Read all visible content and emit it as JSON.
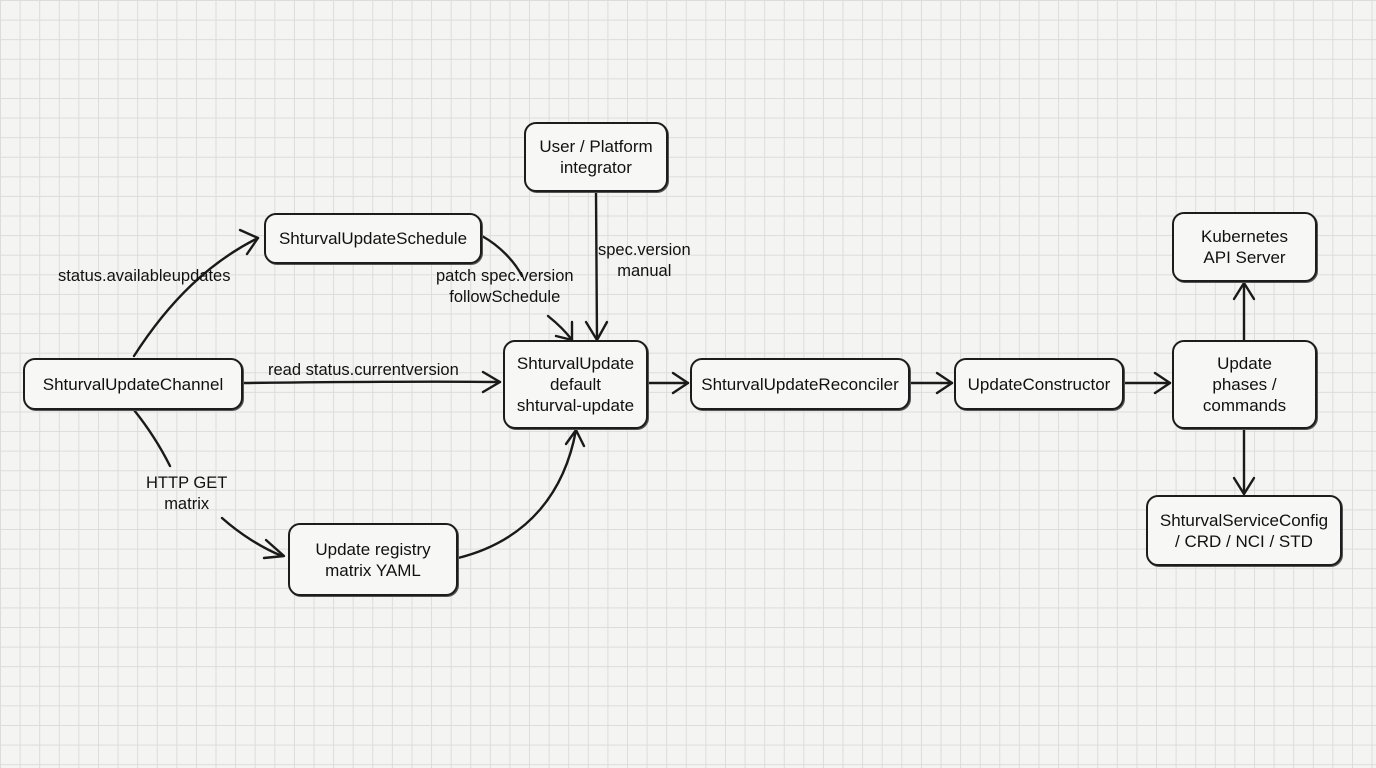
{
  "nodes": {
    "user": [
      "User / Platform",
      "integrator"
    ],
    "schedule": [
      "ShturvalUpdateSchedule"
    ],
    "channel": [
      "ShturvalUpdateChannel"
    ],
    "update": [
      "ShturvalUpdate",
      "default",
      "shturval-update"
    ],
    "reconciler": [
      "ShturvalUpdateReconciler"
    ],
    "constructor": [
      "UpdateConstructor"
    ],
    "phases": [
      "Update",
      "phases /",
      "commands"
    ],
    "k8s": [
      "Kubernetes",
      "API Server"
    ],
    "serviceconfig": [
      "ShturvalServiceConfig",
      "/ CRD / NCI / STD"
    ],
    "registry": [
      "Update registry",
      "matrix YAML"
    ]
  },
  "labels": {
    "available_updates": [
      "status.availableupdates"
    ],
    "patch_spec": [
      "patch spec.version",
      "followSchedule"
    ],
    "spec_manual": [
      "spec.version",
      "manual"
    ],
    "read_status": [
      "read status.currentversion"
    ],
    "http_get": [
      "HTTP GET",
      "matrix"
    ]
  }
}
